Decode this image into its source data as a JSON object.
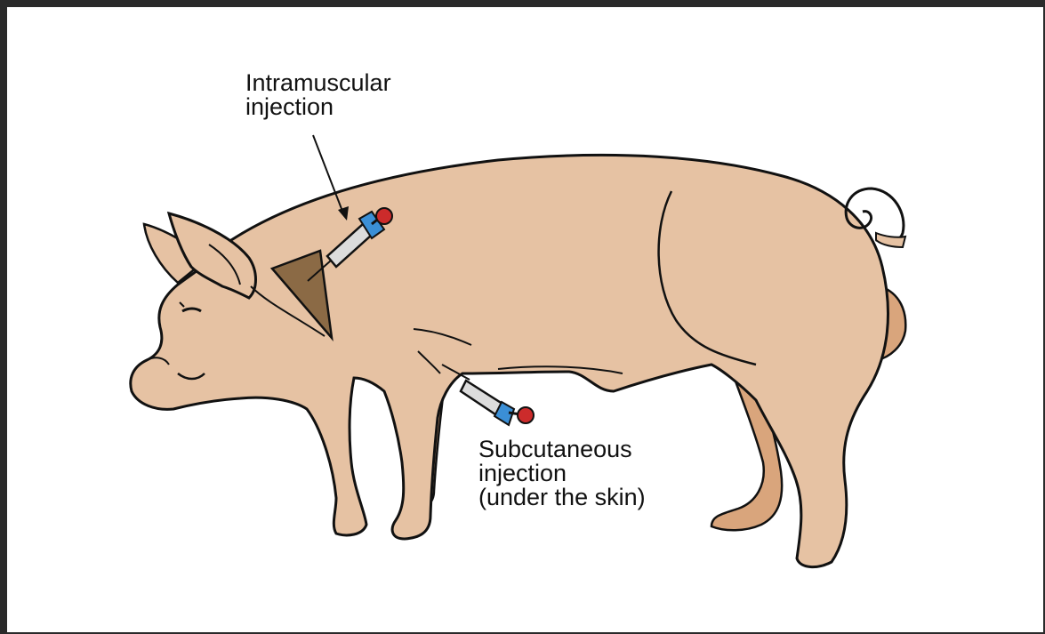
{
  "labels": {
    "intramuscular": {
      "line1": "Intramuscular",
      "line2": "injection"
    },
    "subcutaneous": {
      "line1": "Subcutaneous",
      "line2": "injection",
      "line3": "(under the skin)"
    }
  },
  "colors": {
    "pig_body": "#e6c2a3",
    "pig_far_legs": "#d9a57c",
    "injection_zone": "#8b6a45",
    "outline": "#111111",
    "syringe_plunger": "#cc2b2b",
    "syringe_grip": "#3b8fd6",
    "syringe_barrel": "#dcdcdc"
  }
}
